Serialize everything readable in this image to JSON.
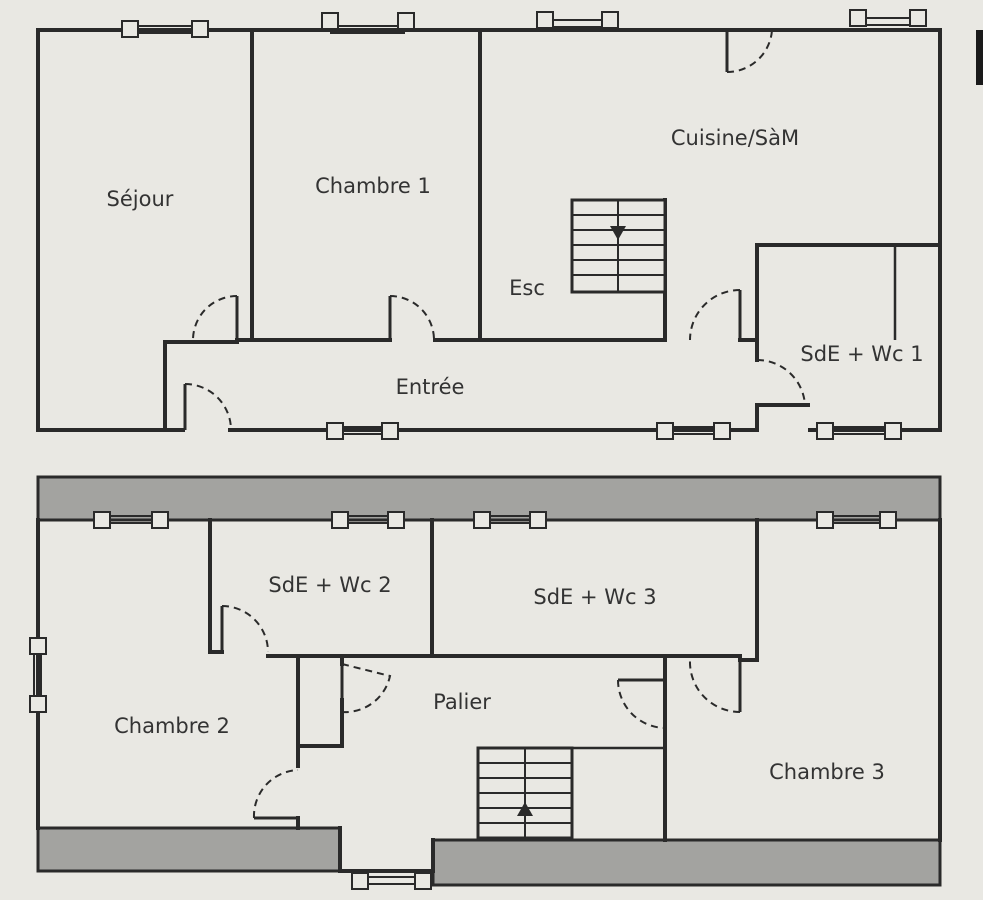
{
  "floors": [
    {
      "name": "ground-floor",
      "rooms": [
        {
          "id": "sejour",
          "label": "Séjour"
        },
        {
          "id": "chambre1",
          "label": "Chambre 1"
        },
        {
          "id": "cuisine",
          "label": "Cuisine/SàM"
        },
        {
          "id": "escalier",
          "label": "Esc"
        },
        {
          "id": "entree",
          "label": "Entrée"
        },
        {
          "id": "sde-wc1",
          "label": "SdE + Wc 1"
        }
      ]
    },
    {
      "name": "upper-floor",
      "rooms": [
        {
          "id": "sde-wc2",
          "label": "SdE + Wc 2"
        },
        {
          "id": "sde-wc3",
          "label": "SdE + Wc 3"
        },
        {
          "id": "chambre2",
          "label": "Chambre 2"
        },
        {
          "id": "palier",
          "label": "Palier"
        },
        {
          "id": "chambre3",
          "label": "Chambre 3"
        }
      ]
    }
  ],
  "stairs": [
    {
      "floor": "ground-floor",
      "direction": "down"
    },
    {
      "floor": "upper-floor",
      "direction": "up"
    }
  ]
}
